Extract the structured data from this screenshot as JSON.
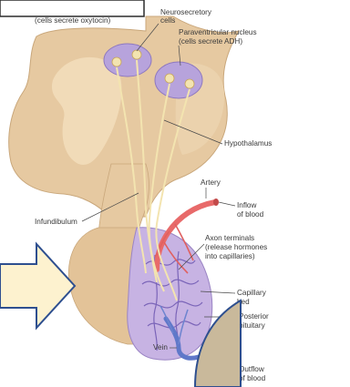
{
  "diagram": {
    "labels": {
      "supraoptic_note": "(cells secrete oxytocin)",
      "neurosecretory_line1": "Neurosecretory",
      "neurosecretory_line2": "cells",
      "paraventricular_line1": "Paraventricular nucleus",
      "paraventricular_line2": "(cells secrete ADH)",
      "hypothalamus": "Hypothalamus",
      "artery": "Artery",
      "inflow_line1": "Inflow",
      "inflow_line2": "of blood",
      "infundibulum": "Infundibulum",
      "axon_line1": "Axon terminals",
      "axon_line2": "(release hormones",
      "axon_line3": "into capillaries)",
      "capillary_line1": "Capillary",
      "capillary_line2": "bed",
      "posterior_line1": "Posterior",
      "posterior_line2": "pituitary",
      "vein": "Vein",
      "outflow_line1": "Outflow",
      "outflow_line2": "of blood"
    },
    "colors": {
      "tissue": "#e6c9a1",
      "tissue_shadow": "#b99a72",
      "nucleus": "#b7a3dc",
      "neuron": "#f3e4b0",
      "artery": "#e86a6a",
      "vein": "#5f78c9",
      "pituitary": "#c7b3e3",
      "arrow_fill": "#fdf2cf",
      "arrow_stroke": "#2e4f8f",
      "overlay_strip": "#c9b99b"
    }
  }
}
